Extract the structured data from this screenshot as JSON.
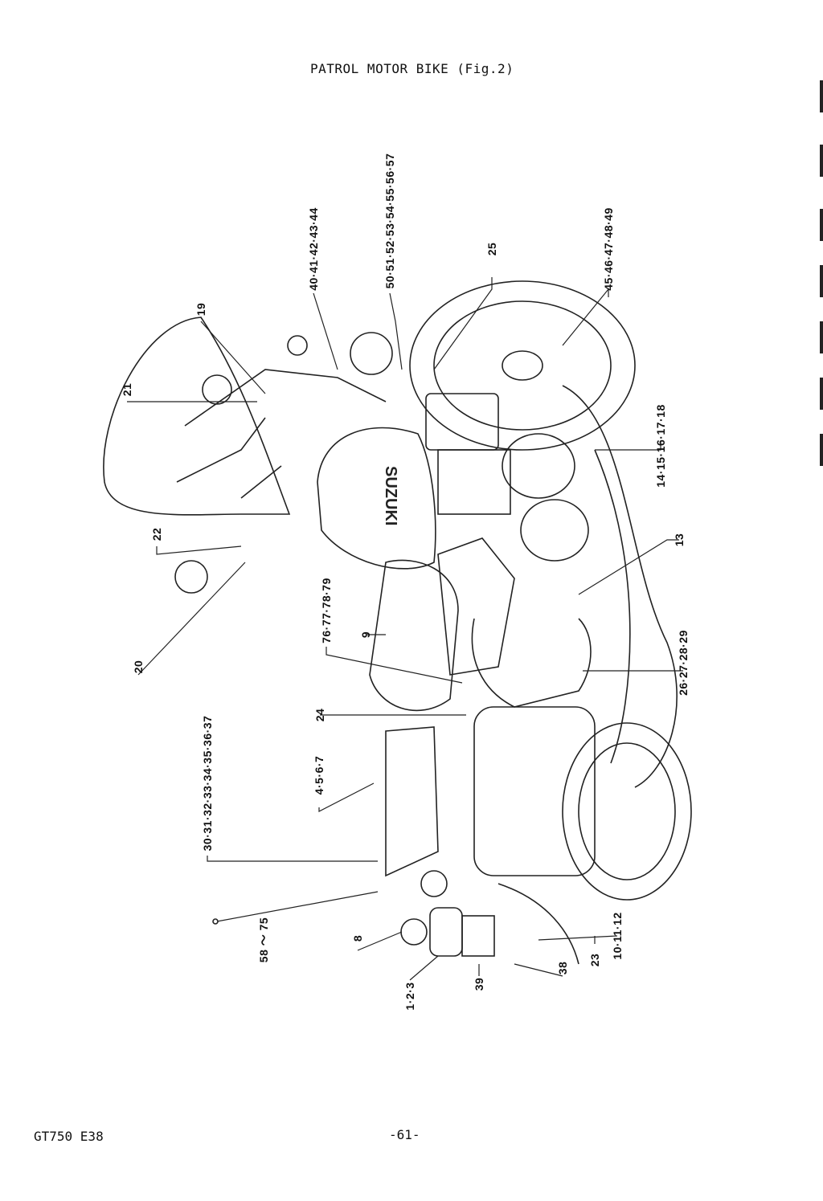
{
  "page": {
    "title": "PATROL MOTOR BIKE (Fig.2)",
    "footer_model": "GT750 E38",
    "page_number": "-61-"
  },
  "drawing": {
    "tank_brand": "SUZUKI",
    "callouts": [
      "50·51·52·53·54·55·56·57",
      "40·41·42·43·44",
      "25",
      "45·46·47·48·49",
      "19",
      "21",
      "14·15·16·17·18",
      "22",
      "13",
      "76·77·78·79",
      "9",
      "20",
      "26·27·28·29",
      "24",
      "30·31·32·33·34·35·36·37",
      "4·5·6·7",
      "58 ～ 75",
      "8",
      "10·11·12",
      "23",
      "38",
      "39",
      "1·2·3"
    ]
  }
}
